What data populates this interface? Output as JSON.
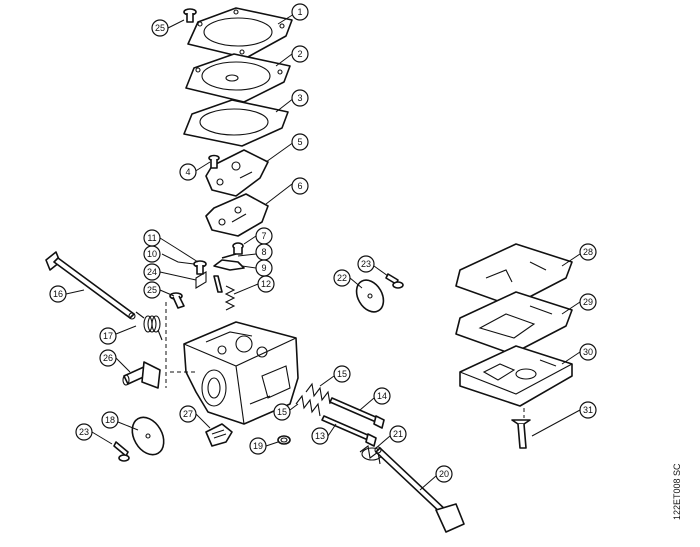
{
  "drawing_code": "122ET008 SC",
  "callouts": [
    {
      "label": "1"
    },
    {
      "label": "2"
    },
    {
      "label": "3"
    },
    {
      "label": "4"
    },
    {
      "label": "5"
    },
    {
      "label": "6"
    },
    {
      "label": "7"
    },
    {
      "label": "8"
    },
    {
      "label": "9"
    },
    {
      "label": "10"
    },
    {
      "label": "11"
    },
    {
      "label": "12"
    },
    {
      "label": "13"
    },
    {
      "label": "14"
    },
    {
      "label": "15"
    },
    {
      "label": "15"
    },
    {
      "label": "16"
    },
    {
      "label": "17"
    },
    {
      "label": "18"
    },
    {
      "label": "19"
    },
    {
      "label": "20"
    },
    {
      "label": "21"
    },
    {
      "label": "22"
    },
    {
      "label": "23"
    },
    {
      "label": "23"
    },
    {
      "label": "24"
    },
    {
      "label": "25"
    },
    {
      "label": "25"
    },
    {
      "label": "26"
    },
    {
      "label": "27"
    },
    {
      "label": "28"
    },
    {
      "label": "29"
    },
    {
      "label": "30"
    },
    {
      "label": "31"
    }
  ]
}
